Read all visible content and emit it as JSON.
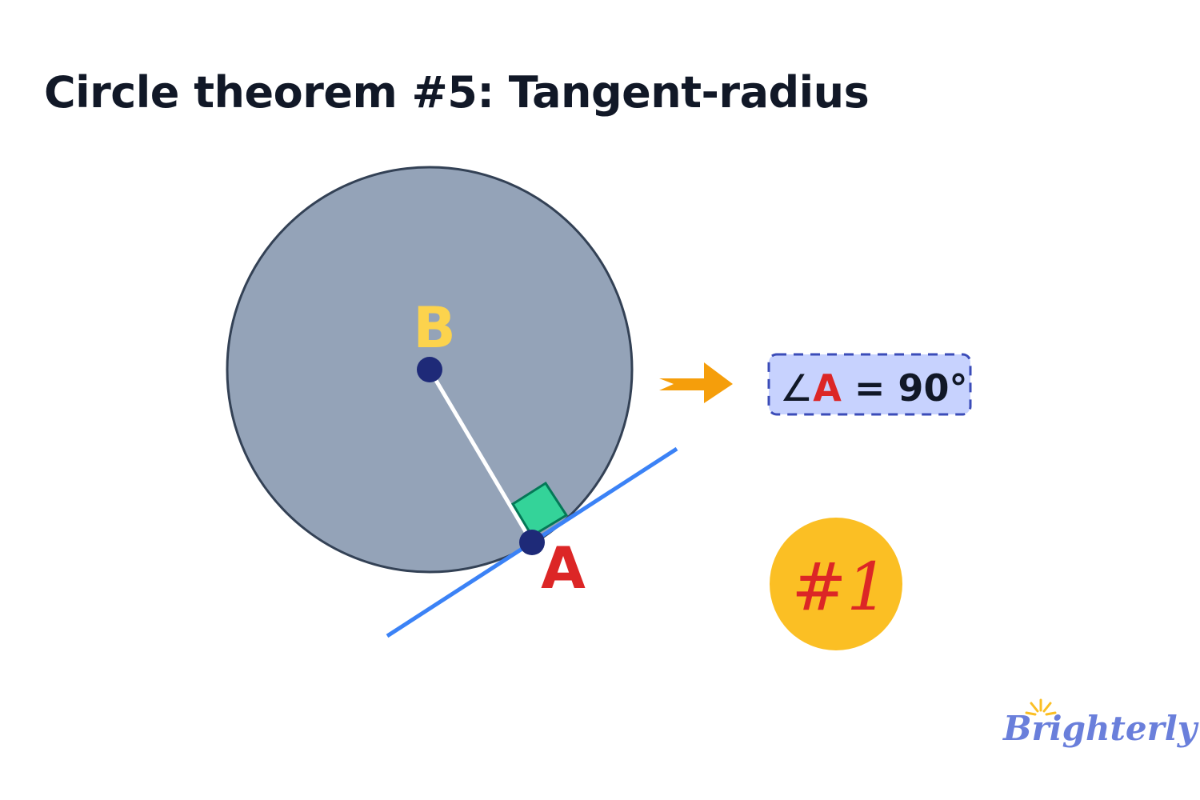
{
  "title": "Circle theorem #5: Tangent-radius",
  "points": {
    "center": "B",
    "tangent_point": "A"
  },
  "equation": {
    "angle_symbol": "∠",
    "angle_letter": "A",
    "rest": " = 90°"
  },
  "badge": "#1",
  "logo": "Brighterly",
  "colors": {
    "circle_fill": "#94a3b8",
    "circle_stroke": "#334155",
    "tangent": "#3b82f6",
    "right_angle": "#34d399",
    "point": "#1e2a78",
    "label_B": "#fcd34d",
    "label_A": "#dc2626",
    "arrow": "#f59e0b",
    "box_fill": "#c7d2fe",
    "box_border": "#3b4cb8",
    "badge": "#fbbf24",
    "logo": "#6a7fdb"
  }
}
